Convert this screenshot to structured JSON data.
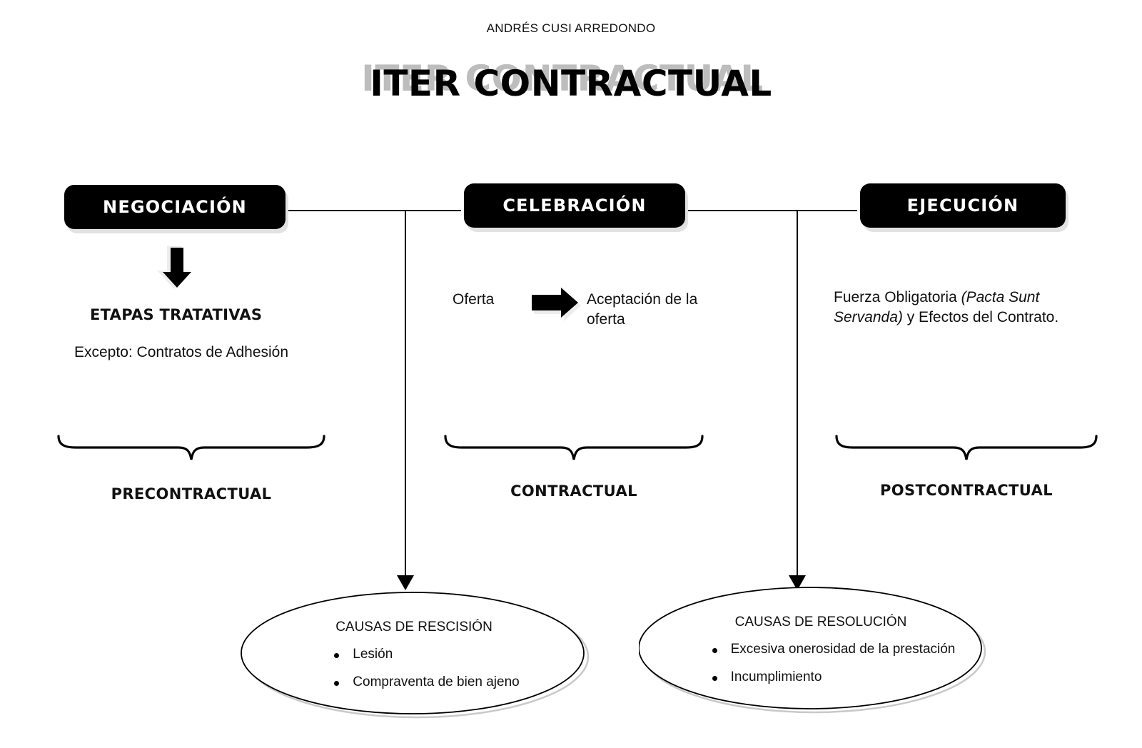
{
  "header": {
    "author": "ANDRÉS CUSI ARREDONDO",
    "title": "ITER CONTRACTUAL"
  },
  "stages": [
    {
      "id": "negociacion",
      "label": "NEGOCIACIÓN"
    },
    {
      "id": "celebracion",
      "label": "CELEBRACIÓN"
    },
    {
      "id": "ejecucion",
      "label": "EJECUCIÓN"
    }
  ],
  "negociacion": {
    "arrow_icon": "down-arrow-icon",
    "heading": "ETAPAS TRATATIVAS",
    "note": "Excepto: Contratos de Adhesión"
  },
  "celebracion": {
    "from": "Oferta",
    "arrow_icon": "right-arrow-icon",
    "to": "Aceptación de la oferta"
  },
  "ejecucion": {
    "text_part1": "Fuerza Obligatoria ",
    "text_italic": "(Pacta Sunt Servanda)",
    "text_part2": " y Efectos del Contrato."
  },
  "phases": [
    {
      "id": "precontractual",
      "label": "PRECONTRACTUAL"
    },
    {
      "id": "contractual",
      "label": "CONTRACTUAL"
    },
    {
      "id": "postcontractual",
      "label": "POSTCONTRACTUAL"
    }
  ],
  "ellipses": [
    {
      "id": "rescision",
      "title": "CAUSAS DE RESCISIÓN",
      "items": [
        "Lesión",
        "Compraventa de bien ajeno"
      ]
    },
    {
      "id": "resolucion",
      "title": "CAUSAS DE RESOLUCIÓN",
      "items": [
        "Excesiva onerosidad de la prestación",
        "Incumplimiento"
      ]
    }
  ],
  "colors": {
    "box_fill": "#000000",
    "box_text": "#ffffff",
    "shadow": "#e2e2e2",
    "title_shadow": "#bdbdbd",
    "line": "#000000",
    "background": "#ffffff"
  }
}
